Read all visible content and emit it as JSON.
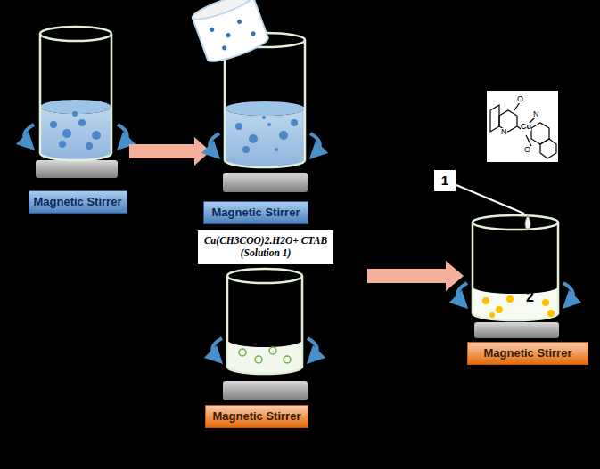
{
  "diagram": {
    "nodes": [
      {
        "text": [
          "Magnetic Stirrer"
        ]
      },
      {
        "text": [
          "Magnetic Stirrer"
        ]
      },
      {
        "text": [
          "Ca(CH3COO)2.H2O+ CTAB (Solution 1)"
        ]
      },
      {
        "text": [
          "Magnetic Stirrer"
        ]
      },
      {
        "text": [
          "1"
        ]
      },
      {
        "text": [
          "Magnetic Stirrer"
        ]
      }
    ],
    "labels": [
      "2",
      "N",
      "O",
      "Cu",
      "O",
      "N"
    ]
  }
}
